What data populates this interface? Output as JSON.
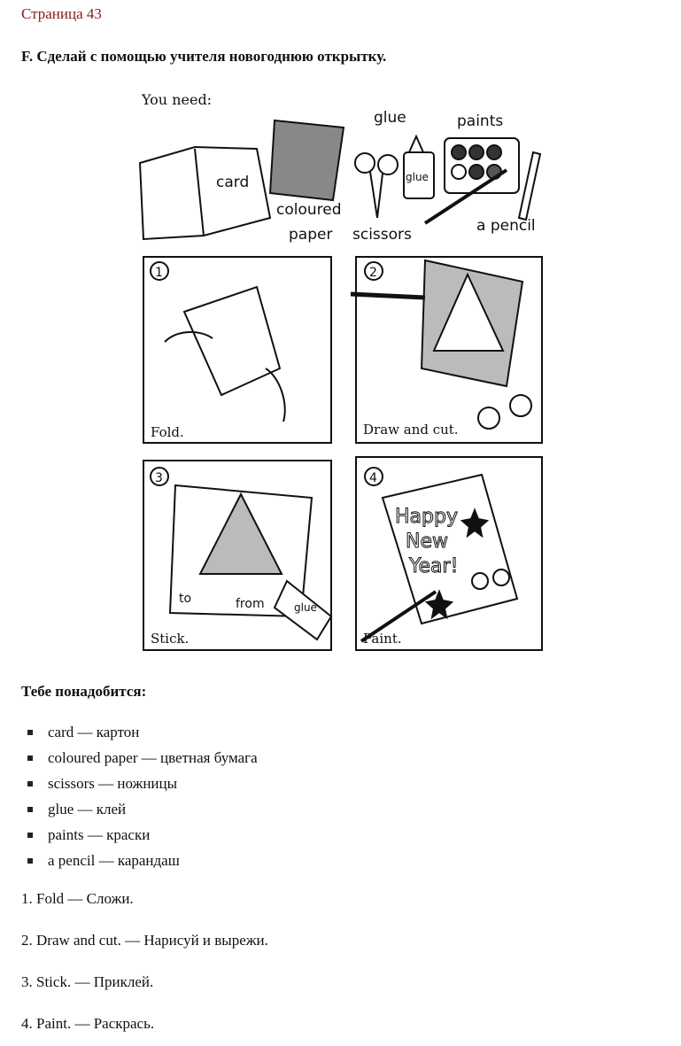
{
  "page": {
    "link": "Страница 43"
  },
  "task": {
    "title": "F. Сделай с помощью учителя новогоднюю открытку."
  },
  "figure": {
    "you_need": "You need:",
    "items": {
      "card": "card",
      "glue": "glue",
      "glue_tube": "glue",
      "paints": "paints",
      "coloured": "coloured",
      "paper": "paper",
      "scissors": "scissors",
      "a_pencil": "a pencil"
    },
    "panels": [
      {
        "number": "1",
        "caption": "Fold."
      },
      {
        "number": "2",
        "caption": "Draw and cut."
      },
      {
        "number": "3",
        "caption": "Stick.",
        "to": "to",
        "from": "from",
        "glue": "glue"
      },
      {
        "number": "4",
        "caption": "Paint.",
        "line1": "Happy",
        "line2": "New",
        "line3": "Year!"
      }
    ]
  },
  "vocab": {
    "title": "Тебе понадобится:",
    "items": [
      "card — картон",
      "coloured paper — цветная бумага",
      "scissors — ножницы",
      "glue — клей",
      "paints — краски",
      "a pencil — карандаш"
    ]
  },
  "steps": [
    "1. Fold — Сложи.",
    "2. Draw and cut. — Нарисуй и вырежи.",
    "3. Stick. — Приклей.",
    "4. Paint. — Раскрась."
  ]
}
